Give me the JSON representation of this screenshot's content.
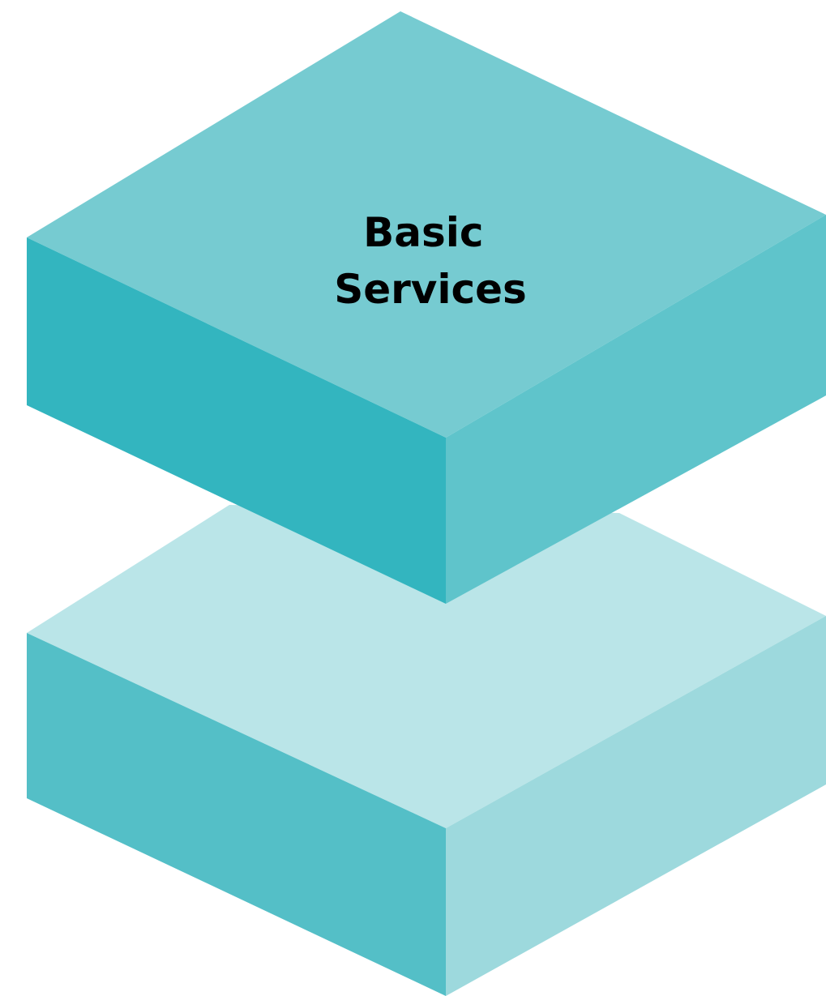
{
  "diagram": {
    "blocks": [
      {
        "id": "top-block",
        "label_lines": [
          "Basic",
          "Services"
        ],
        "colors": {
          "top_face": "#76CBD1",
          "left_face": "#33B5BF",
          "right_face": "#5FC4CB"
        }
      },
      {
        "id": "bottom-block",
        "label_lines": [],
        "colors": {
          "top_face": "#BAE5E8",
          "left_face": "#54BFC7",
          "right_face": "#9DD9DD"
        }
      }
    ]
  }
}
